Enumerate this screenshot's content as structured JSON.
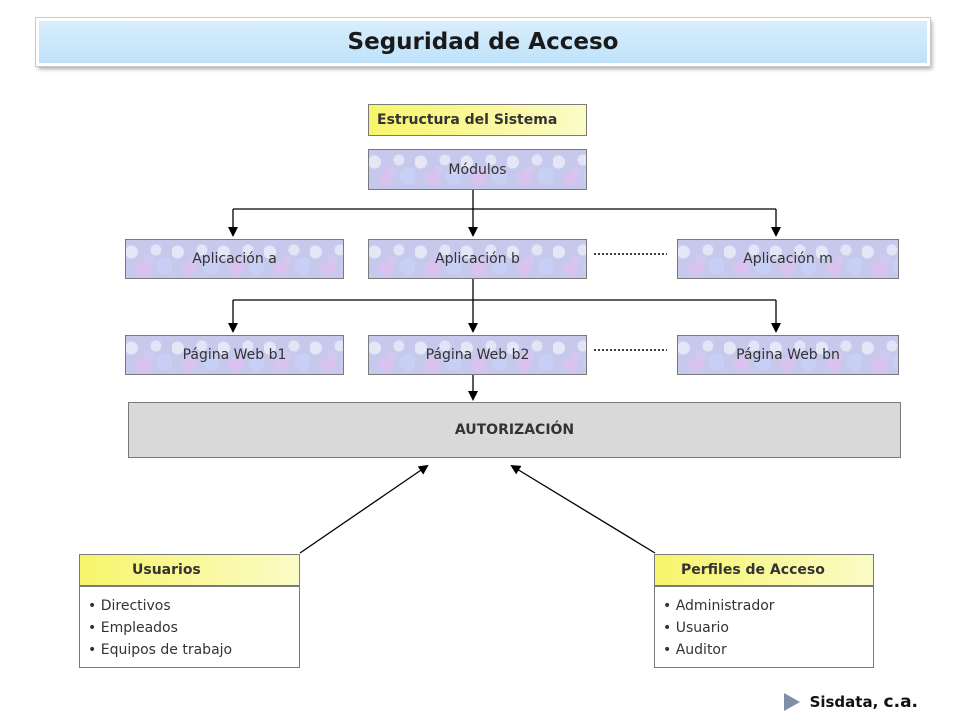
{
  "title": "Seguridad de Acceso",
  "structure_label": "Estructura del Sistema",
  "modulos": "Módulos",
  "aplicaciones": [
    "Aplicación  a",
    "Aplicación  b",
    "Aplicación  m"
  ],
  "paginas": [
    "Página Web  b1",
    "Página Web  b2",
    "Página Web  bn"
  ],
  "autorizacion": "AUTORIZACIÓN",
  "usuarios": {
    "header": "Usuarios",
    "items": [
      "Directivos",
      "Empleados",
      "Equipos de trabajo"
    ]
  },
  "perfiles": {
    "header": "Perfiles de Acceso",
    "items": [
      "Administrador",
      "Usuario",
      "Auditor"
    ]
  },
  "footer": {
    "company": "Sisdata,",
    "suffix": "c.a."
  }
}
